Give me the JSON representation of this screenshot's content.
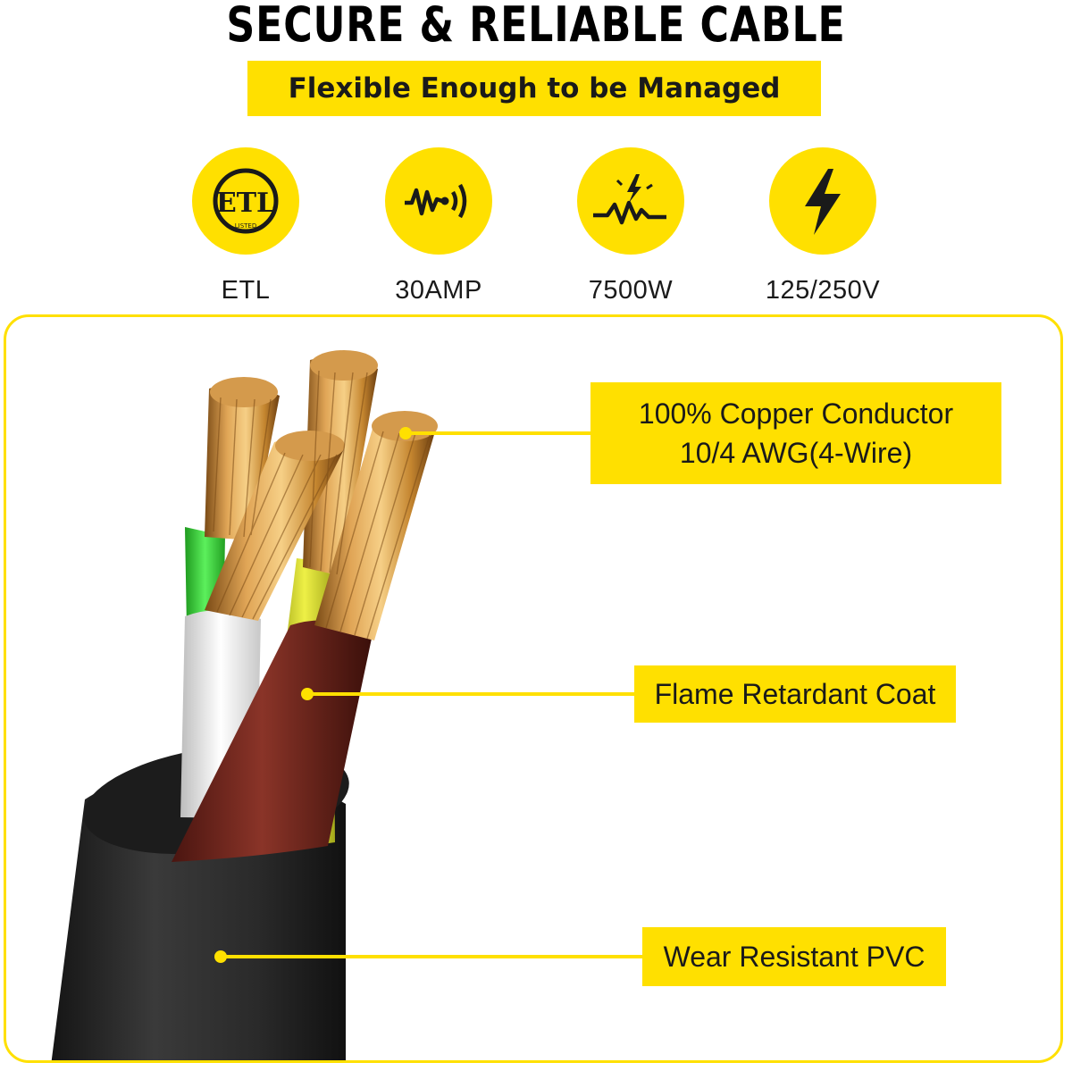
{
  "title": "SECURE & RELIABLE CABLE",
  "subtitle": "Flexible Enough to be Managed",
  "features": [
    {
      "icon": "etl-listed-icon",
      "label": "ETL"
    },
    {
      "icon": "current-wave-icon",
      "label": "30AMP"
    },
    {
      "icon": "power-surge-icon",
      "label": "7500W"
    },
    {
      "icon": "lightning-bolt-icon",
      "label": "125/250V"
    }
  ],
  "etl_icon_text": {
    "mark": "ETL",
    "ring": "LISTED"
  },
  "callouts": {
    "conductor": {
      "line1": "100% Copper Conductor",
      "line2": "10/4 AWG(4-Wire)"
    },
    "coat": {
      "label": "Flame Retardant Coat"
    },
    "jacket": {
      "label": "Wear Resistant PVC"
    }
  },
  "colors": {
    "accent": "#FFE000",
    "copper": "#C98A3A",
    "jacket": "#2B2B2B",
    "wire_red": "#7A2A20",
    "wire_white": "#F4F4F4",
    "wire_green": "#3FD83F",
    "wire_yellow": "#E8EE3A"
  }
}
